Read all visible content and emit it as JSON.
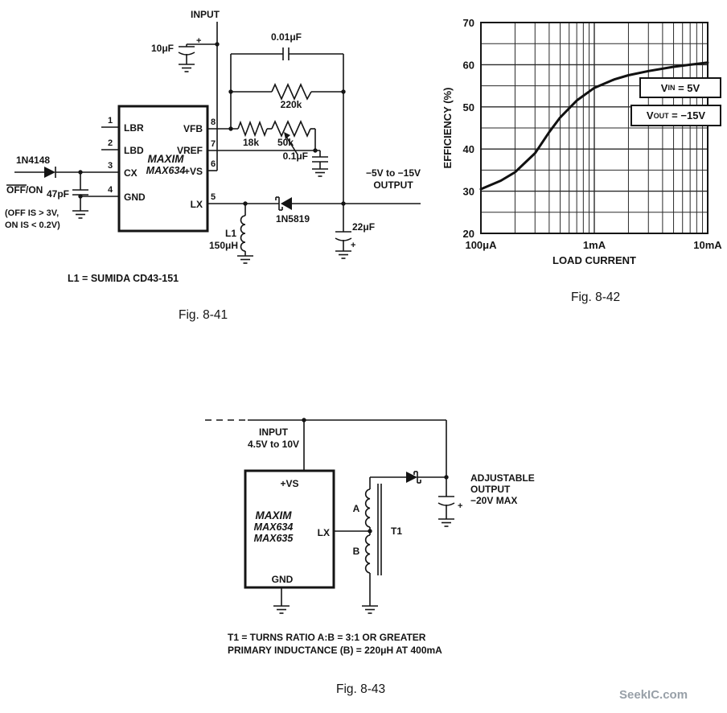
{
  "watermark": "SeekIC.com",
  "fig841": {
    "caption": "Fig. 8-41",
    "note": "L1 = SUMIDA CD43-151",
    "labels": {
      "input": "INPUT",
      "cap_10uf": "10μF",
      "cap_10uf_plus": "+",
      "cap_001uf": "0.01μF",
      "res_220k": "220k",
      "res_18k": "18k",
      "pot_50k": "50k",
      "cap_01uf": "0.1μF",
      "diode_1n4148": "1N4148",
      "off_on": "OFF/ON",
      "off_note1": "(OFF IS > 3V,",
      "off_note2": "ON IS < 0.2V)",
      "cap_47pf": "47pF",
      "output1": "−5V to −15V",
      "output2": "OUTPUT",
      "diode_1n5819": "1N5819",
      "cap_22uf": "22μF",
      "cap_22uf_plus": "+",
      "l1_name": "L1",
      "l1_value": "150μH"
    },
    "chip": {
      "brand": "MAXIM",
      "part": "MAX634",
      "left_pins": [
        {
          "num": "1",
          "name": "LBR"
        },
        {
          "num": "2",
          "name": "LBD"
        },
        {
          "num": "3",
          "name": "CX"
        },
        {
          "num": "4",
          "name": "GND"
        }
      ],
      "right_pins": [
        {
          "num": "8",
          "name": "VFB"
        },
        {
          "num": "7",
          "name": "VREF"
        },
        {
          "num": "6",
          "name": "+VS"
        },
        {
          "num": "5",
          "name": "LX"
        }
      ]
    }
  },
  "fig842": {
    "caption": "Fig. 8-42",
    "annotations": {
      "vin_pre": "V",
      "vin_sub": "IN",
      "vin_post": " = 5V",
      "vout_pre": "V",
      "vout_sub": "OUT",
      "vout_post": " = −15V"
    },
    "chart_data": {
      "type": "line",
      "title": "",
      "xlabel": "LOAD CURRENT",
      "ylabel": "EFFICIENCY (%)",
      "x_scale": "log",
      "xlim": [
        100,
        10000
      ],
      "ylim": [
        20,
        70
      ],
      "x_ticks": [
        {
          "value": 100,
          "label": "100μA"
        },
        {
          "value": 1000,
          "label": "1mA"
        },
        {
          "value": 10000,
          "label": "10mA"
        }
      ],
      "y_ticks": [
        20,
        30,
        40,
        50,
        60,
        70
      ],
      "y_minor_step": 5,
      "grid": true,
      "series": [
        {
          "name": "efficiency",
          "x": [
            100,
            150,
            200,
            300,
            400,
            500,
            700,
            1000,
            1500,
            2000,
            3000,
            5000,
            7000,
            10000
          ],
          "y": [
            30.5,
            32.5,
            34.5,
            39,
            44,
            47.5,
            51.5,
            54.5,
            56.5,
            57.5,
            58.5,
            59.5,
            60,
            60.5
          ]
        }
      ]
    }
  },
  "fig843": {
    "caption": "Fig. 8-43",
    "labels": {
      "input1": "INPUT",
      "input2": "4.5V to 10V",
      "vs": "+VS",
      "lx": "LX",
      "gnd": "GND",
      "brand": "MAXIM",
      "part1": "MAX634",
      "part2": "MAX635",
      "winding_a": "A",
      "winding_b": "B",
      "t1": "T1",
      "output1": "ADJUSTABLE",
      "output2": "OUTPUT",
      "output3": "−20V MAX",
      "cap_plus": "+"
    },
    "notes": [
      "T1 = TURNS RATIO A:B = 3:1 OR GREATER",
      "PRIMARY INDUCTANCE (B) = 220μH AT 400mA"
    ]
  }
}
